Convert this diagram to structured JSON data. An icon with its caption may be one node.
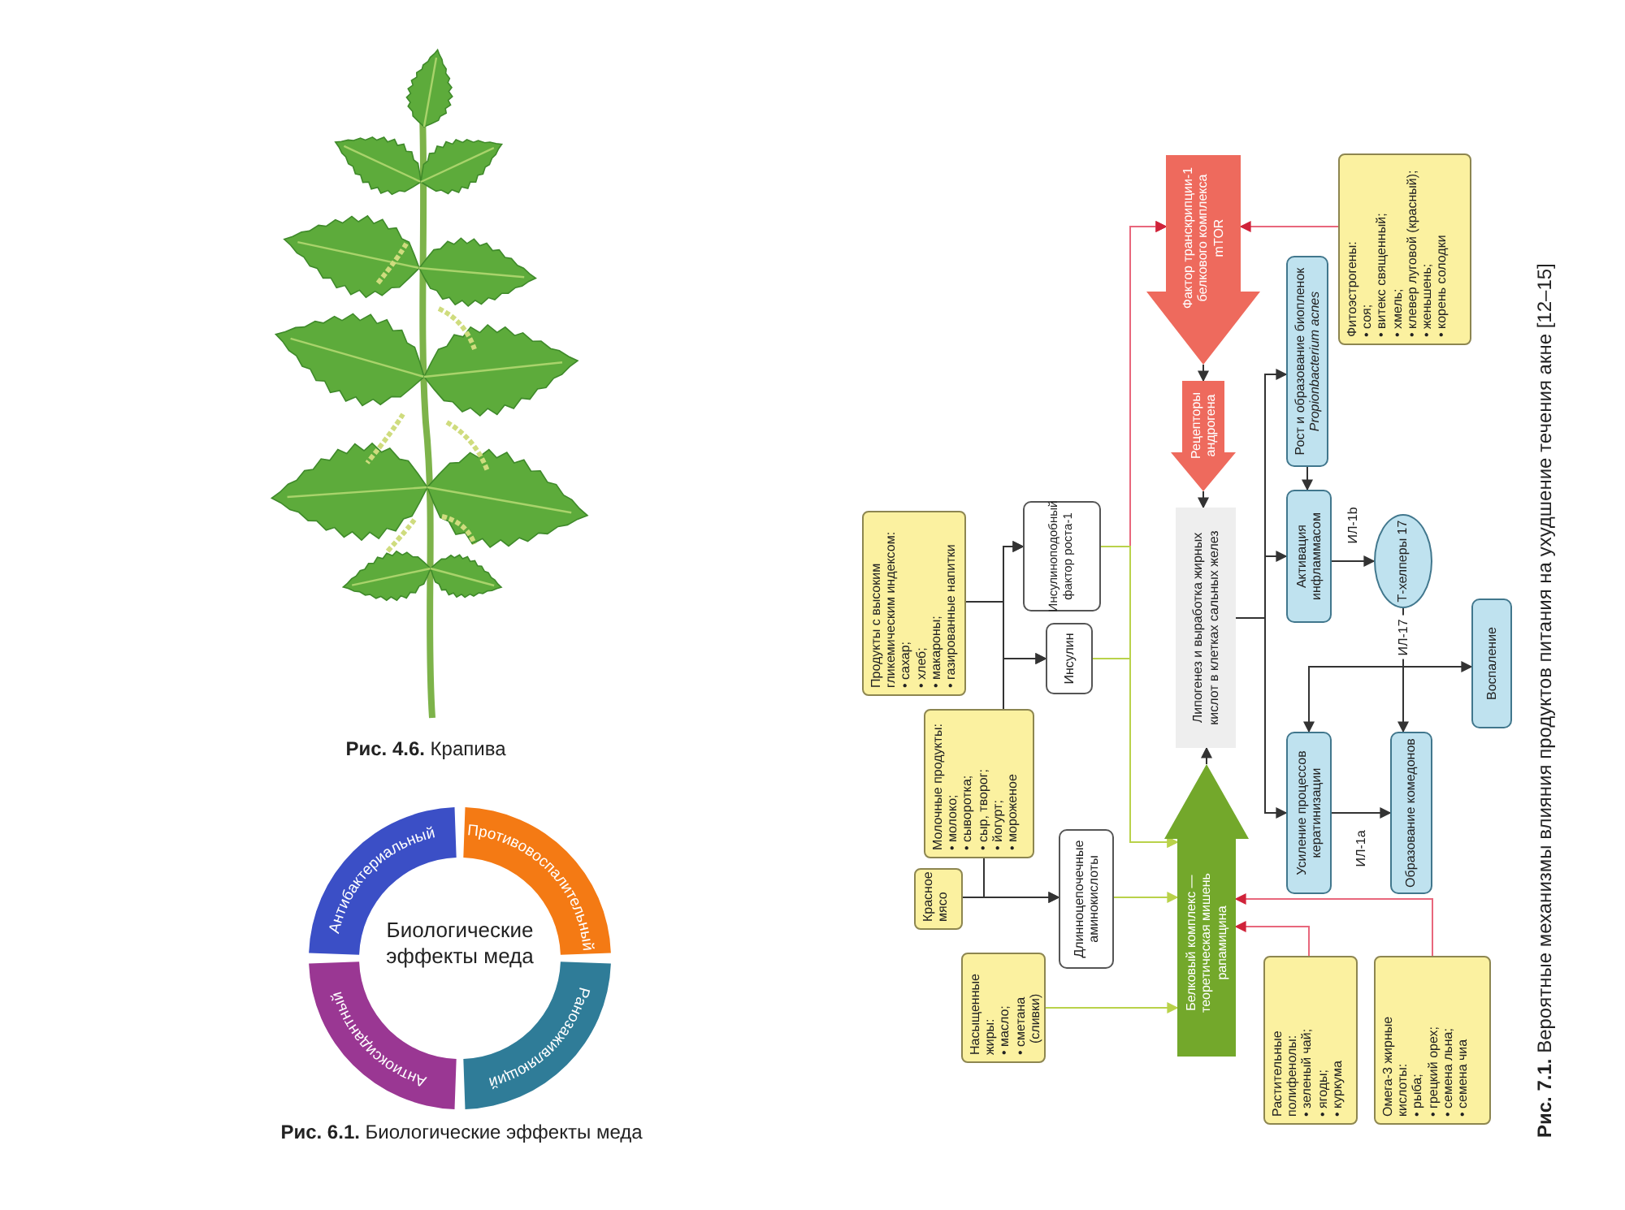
{
  "diagram": {
    "nodes": [
      {
        "text": [
          "Биологические эффекты меда"
        ]
      },
      {
        "text": [
          "Антибактериальный"
        ]
      },
      {
        "text": [
          "Противовоспалительный"
        ]
      },
      {
        "text": [
          "Ранозаживляющий"
        ]
      },
      {
        "text": [
          "Антиоксидантный"
        ]
      },
      {
        "text": [
          "Продукты с высоким гликемическим индексом:",
          "• сахар;",
          "• хлеб;",
          "• макароны;",
          "• газированные напитки"
        ]
      },
      {
        "text": [
          "Молочные продукты:",
          "• молоко;",
          "• сыворотка;",
          "• сыр, творог;",
          "• йогурт;",
          "• мороженое"
        ]
      },
      {
        "text": [
          "Красное мясо"
        ]
      },
      {
        "text": [
          "Насыщенные жиры:",
          "• масло;",
          "• сметана (сливки)"
        ]
      },
      {
        "text": [
          "Инсулиноподобный фактор роста-1"
        ]
      },
      {
        "text": [
          "Инсулин"
        ]
      },
      {
        "text": [
          "Длинноцепочечные аминокислоты"
        ]
      },
      {
        "text": [
          "Фактор транскрипции-1 белкового комплекса mTOR"
        ]
      },
      {
        "text": [
          "Рецепторы андрогена"
        ]
      },
      {
        "text": [
          "Липогенез и выработка жирных кислот в клетках сальных желез"
        ]
      },
      {
        "text": [
          "Белковый комплекс — теоретическая мишень рапамицина"
        ]
      },
      {
        "text": [
          "Растительные полифенолы:",
          "• зеленый чай;",
          "• ягоды;",
          "• куркума"
        ]
      },
      {
        "text": [
          "Фитоэстрогены:",
          "• соя;",
          "• витекс священный;",
          "• хмель;",
          "• клевер луговой (красный);",
          "• женьшень;",
          "• корень солодки"
        ]
      },
      {
        "text": [
          "Рост и образование биопленок *Propionbacterium acnes*"
        ]
      },
      {
        "text": [
          "Активация инфламмасом"
        ]
      },
      {
        "text": [
          "Т-хелперы 17"
        ]
      },
      {
        "text": [
          "Усиление процессов кератинизации"
        ]
      },
      {
        "text": [
          "Образование комедонов"
        ]
      },
      {
        "text": [
          "Воспаление"
        ]
      },
      {
        "text": [
          "Омега-3 жирные кислоты:",
          "• рыба;",
          "• грецкий орех;",
          "• семена льна;",
          "• семена чиа"
        ]
      }
    ],
    "edges": [
      {
        "from": 5,
        "to": 10,
        "arrow": "to"
      },
      {
        "from": 5,
        "to": 9,
        "arrow": "to"
      },
      {
        "from": 6,
        "to": 10,
        "arrow": "to"
      },
      {
        "from": 6,
        "to": 9,
        "arrow": "to"
      },
      {
        "from": 6,
        "to": 11,
        "arrow": "to"
      },
      {
        "from": 7,
        "to": 11,
        "arrow": "to"
      },
      {
        "from": 10,
        "to": 12,
        "arrow": "to",
        "color": "#e8677c"
      },
      {
        "from": 9,
        "to": 12,
        "arrow": "to",
        "color": "#e8677c"
      },
      {
        "from": 10,
        "to": 15,
        "arrow": "to",
        "color": "#b9d24a"
      },
      {
        "from": 9,
        "to": 15,
        "arrow": "to",
        "color": "#b9d24a"
      },
      {
        "from": 11,
        "to": 15,
        "arrow": "to",
        "color": "#b9d24a"
      },
      {
        "from": 8,
        "to": 15,
        "arrow": "to",
        "color": "#b9d24a"
      },
      {
        "from": 17,
        "to": 12,
        "arrow": "to",
        "color": "#e8677c"
      },
      {
        "from": 16,
        "to": 15,
        "arrow": "to",
        "color": "#e8677c"
      },
      {
        "from": 24,
        "to": 15,
        "arrow": "to",
        "color": "#e8677c"
      },
      {
        "from": 14,
        "to": 18,
        "arrow": "to"
      },
      {
        "from": 14,
        "to": 19,
        "arrow": "to"
      },
      {
        "from": 14,
        "to": 21,
        "arrow": "to"
      },
      {
        "from": 18,
        "to": 19,
        "arrow": "to"
      },
      {
        "from": 19,
        "to": 20,
        "arrow": "to",
        "label": "ИЛ-1b"
      },
      {
        "from": 20,
        "to": 22,
        "arrow": "to",
        "label": "ИЛ-17"
      },
      {
        "from": 20,
        "to": 21,
        "arrow": "to"
      },
      {
        "from": 20,
        "to": 23,
        "arrow": "to"
      },
      {
        "from": 21,
        "to": 22,
        "arrow": "to",
        "label": "ИЛ-1а"
      },
      {
        "from": 12,
        "to": 13,
        "arrow": "to"
      },
      {
        "from": 13,
        "to": 14,
        "arrow": "to"
      },
      {
        "from": 15,
        "to": 14,
        "arrow": "to"
      }
    ],
    "labels": [
      "**Рис. 4.6.** Крапива",
      "**Рис. 6.1.** Биологические эффекты меда",
      "**Рис. 7.1.** Вероятные механизмы влияния продуктов питания на ухудшение течения акне [12–15]"
    ]
  }
}
